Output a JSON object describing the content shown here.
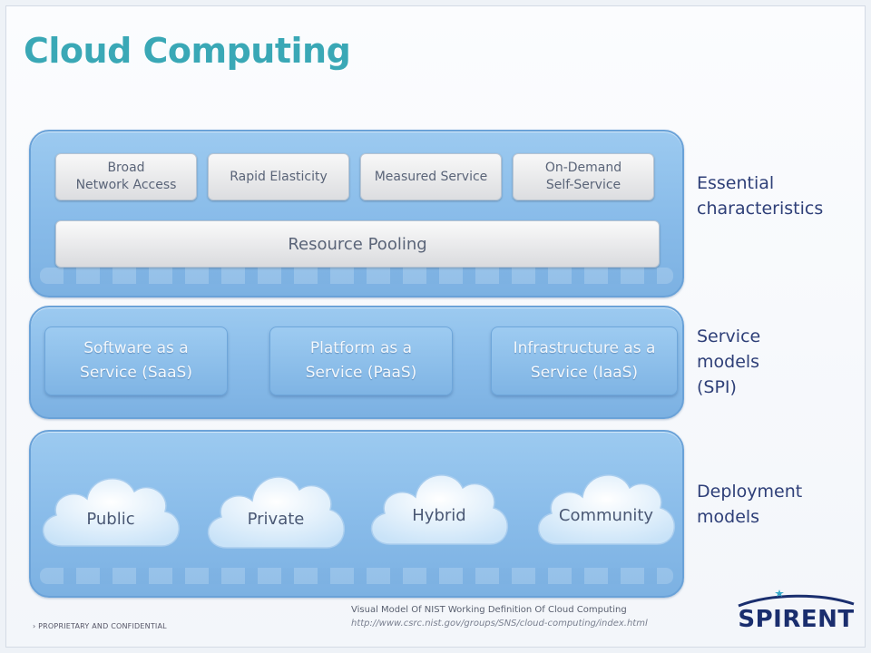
{
  "title": "Cloud Computing",
  "essential": {
    "characteristics": [
      "Broad\nNetwork Access",
      "Rapid Elasticity",
      "Measured Service",
      "On-Demand\nSelf-Service"
    ],
    "resource_pooling": "Resource Pooling",
    "label": "Essential\ncharacteristics"
  },
  "service": {
    "models": [
      "Software as a\nService (SaaS)",
      "Platform as a\nService (PaaS)",
      "Infrastructure as a\nService (IaaS)"
    ],
    "label": "Service\nmodels\n(SPI)"
  },
  "deployment": {
    "models": [
      "Public",
      "Private",
      "Hybrid",
      "Community"
    ],
    "label": "Deployment\nmodels"
  },
  "footer": {
    "confidential": "› PROPRIETARY AND CONFIDENTIAL",
    "caption": "Visual Model Of NIST Working Definition Of Cloud Computing",
    "url": "http://www.csrc.nist.gov/groups/SNS/cloud-computing/index.html"
  },
  "logo": {
    "text": "SPIRENT"
  },
  "colors": {
    "title": "#3aa8b6",
    "panel": "#88bbe9",
    "label": "#2e3f78",
    "logo": "#1a2e6e"
  }
}
